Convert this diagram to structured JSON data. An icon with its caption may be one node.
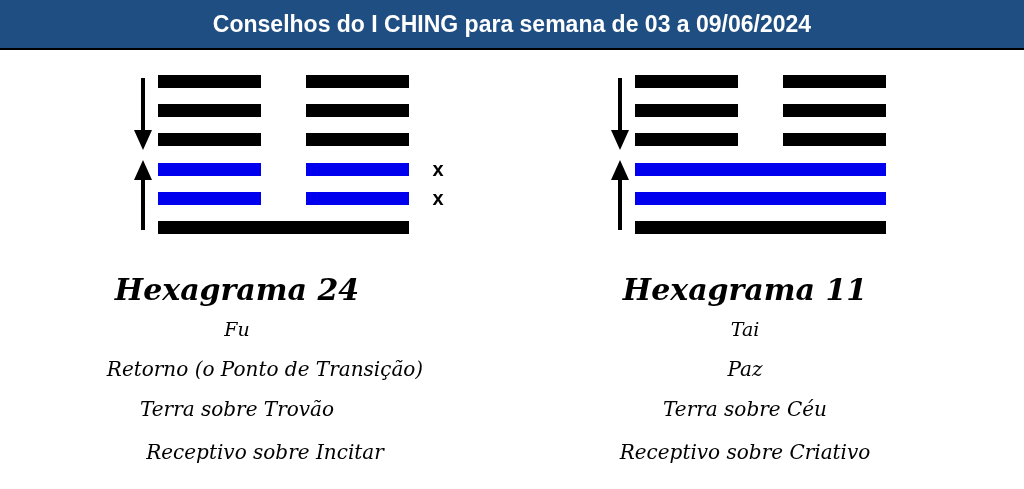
{
  "diagram": {
    "title": "Conselhos do I CHING para semana de 03 a 09/06/2024",
    "labels": [
      "x",
      "x",
      "Hexagrama 24",
      "Fu",
      "Retorno (o Ponto de Transição)",
      "Terra sobre Trovão",
      "Receptivo sobre Incitar",
      "Hexagrama 11",
      "Tai",
      "Paz",
      "Terra sobre Céu",
      "Receptivo sobre Criativo"
    ]
  }
}
